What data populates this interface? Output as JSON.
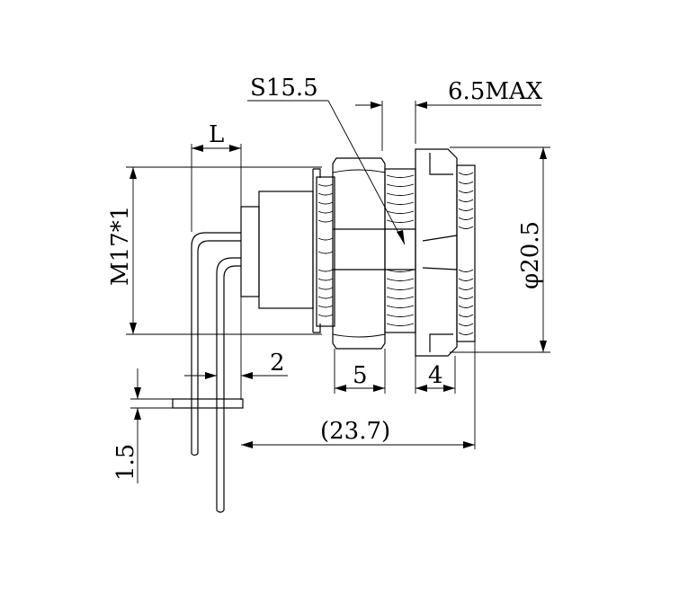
{
  "labels": {
    "spanner": "S15.5",
    "max_len": "6.5MAX",
    "thread": "M17*1",
    "diameter": "φ20.5",
    "pin_len": "L",
    "pin_offset": "2",
    "width_5": "5",
    "width_4": "4",
    "total": "(23.7)",
    "thickness": "1.5"
  }
}
